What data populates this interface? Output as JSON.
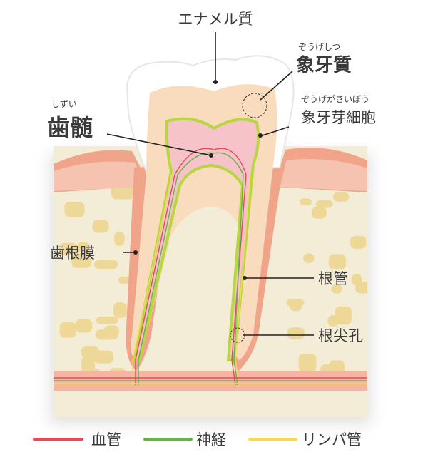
{
  "labels": {
    "enamel": "エナメル質",
    "dentin": "象牙質",
    "dentin_ruby": "ぞうげしつ",
    "odontoblast": "象牙芽細胞",
    "odontoblast_ruby": "ぞうげがさいぼう",
    "pulp": "歯髄",
    "pulp_ruby": "しずい",
    "periodontal_ligament": "歯根膜",
    "root_canal": "根管",
    "apical_foramen": "根尖孔"
  },
  "legend": [
    {
      "label": "血管",
      "color": "#e04b5a"
    },
    {
      "label": "神経",
      "color": "#6ab04c"
    },
    {
      "label": "リンパ管",
      "color": "#f5d858"
    }
  ],
  "colors": {
    "bone": "#f3edd8",
    "bone_spots": "#ecd58e",
    "gum": "#f0a48a",
    "dentin": "#f9dcbd",
    "pulp": "#f6c4c8",
    "enamel": "#ffffff"
  }
}
